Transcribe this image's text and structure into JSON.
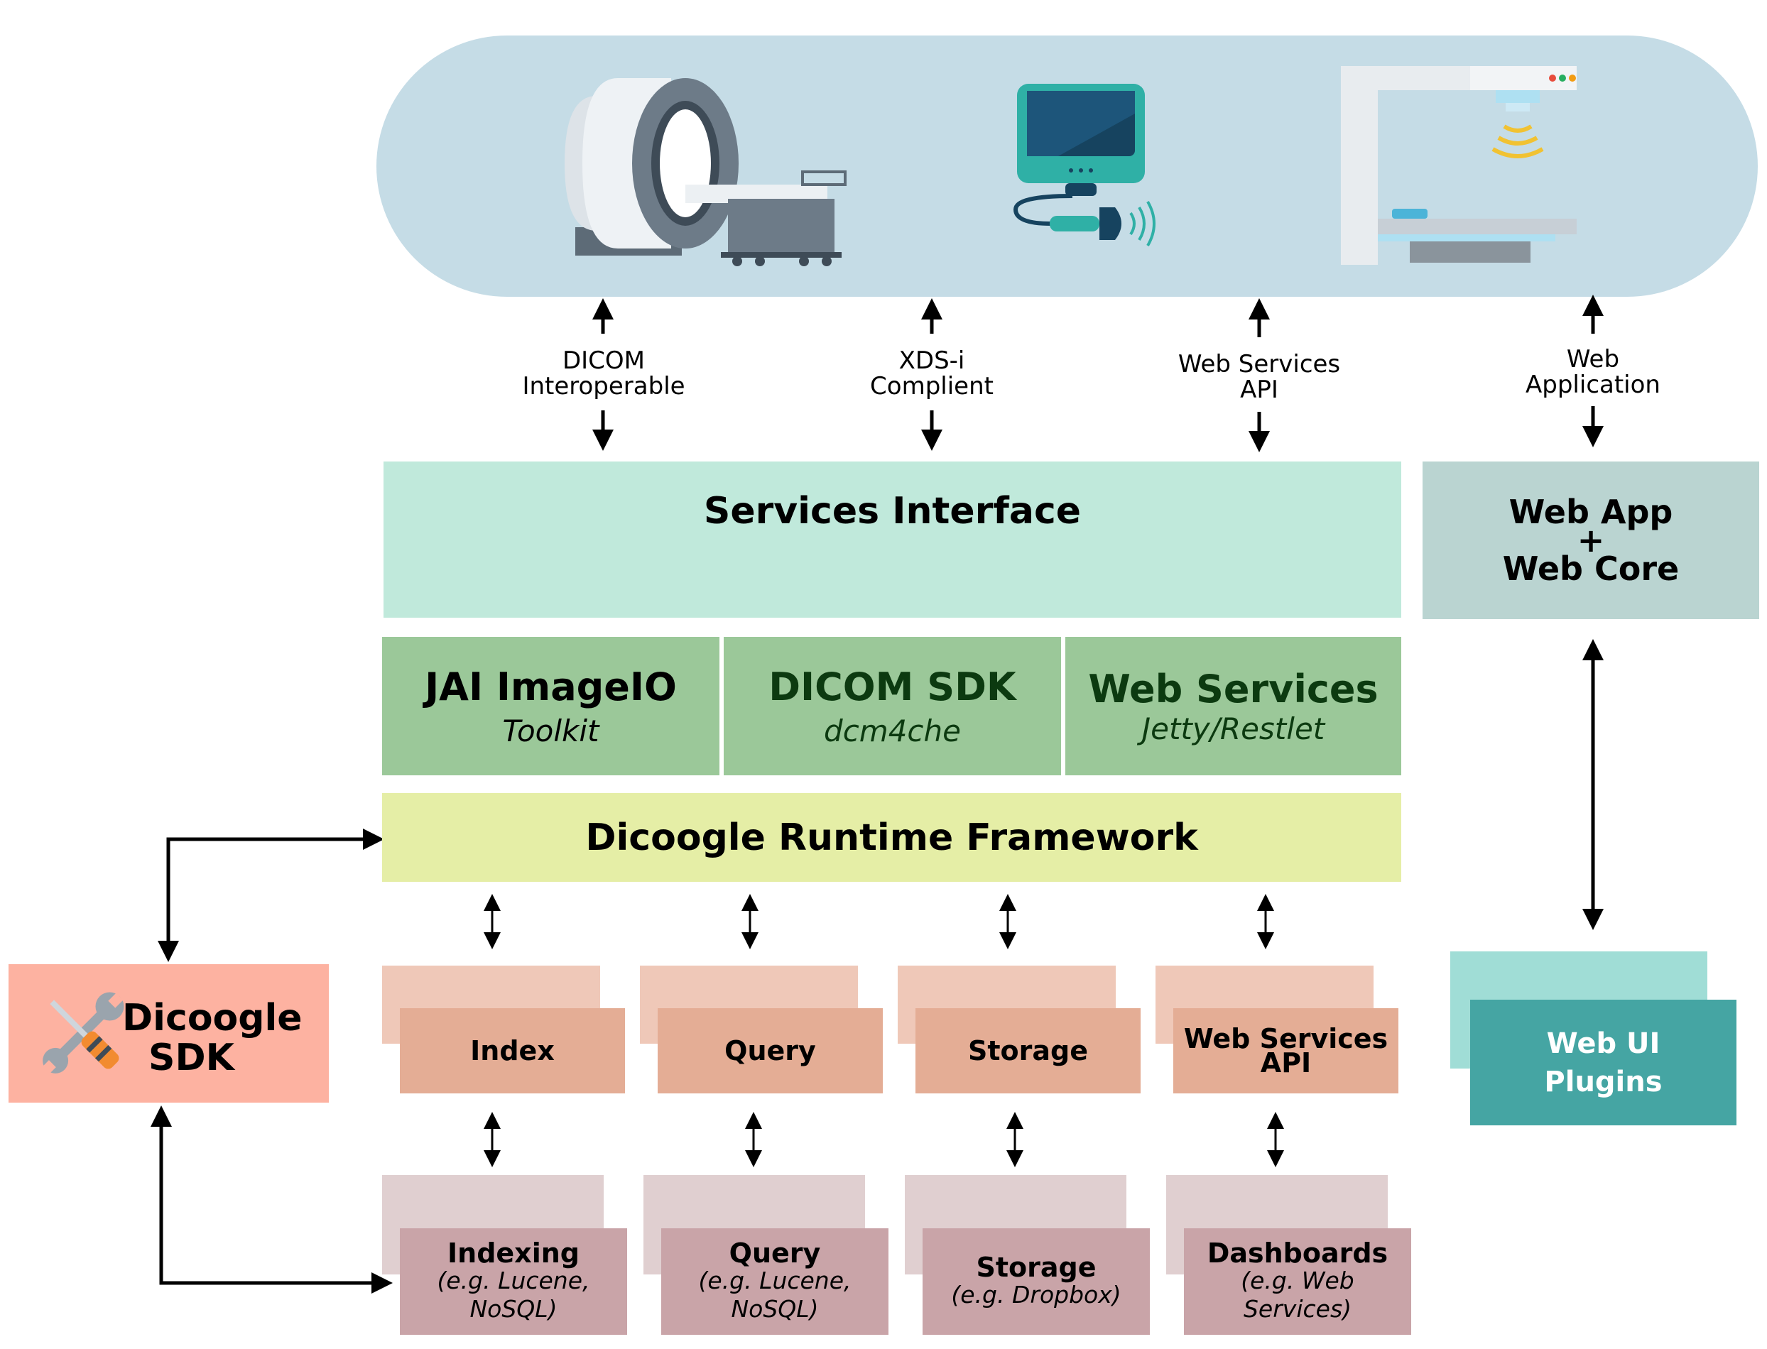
{
  "links": {
    "dicom": [
      "DICOM",
      "Interoperable"
    ],
    "xds": [
      "XDS-i",
      "Complient"
    ],
    "webservices": [
      "Web Services",
      "API"
    ],
    "webapp": [
      "Web",
      "Application"
    ]
  },
  "services_interface": "Services Interface",
  "web_core": {
    "line1": "Web App",
    "plus": "+",
    "line2": "Web Core"
  },
  "libraries": [
    {
      "title": "JAI ImageIO",
      "subtitle": "Toolkit"
    },
    {
      "title": "DICOM SDK",
      "subtitle": "dcm4che"
    },
    {
      "title": "Web Services",
      "subtitle": "Jetty/Restlet"
    }
  ],
  "runtime": "Dicoogle Runtime Framework",
  "sdk": {
    "line1": "Dicoogle",
    "line2": "SDK"
  },
  "plugin_types": [
    {
      "label": "Index"
    },
    {
      "label": "Query"
    },
    {
      "label": "Storage"
    },
    {
      "label": "Web Services",
      "label2": "API"
    }
  ],
  "plugins": [
    {
      "title": "Indexing",
      "sub1": "(e.g. Lucene,",
      "sub2": "NoSQL)"
    },
    {
      "title": "Query",
      "sub1": "(e.g. Lucene,",
      "sub2": "NoSQL)"
    },
    {
      "title": "Storage",
      "sub1": "(e.g. Dropbox)"
    },
    {
      "title": "Dashboards",
      "sub1": "(e.g. Web Services)"
    }
  ],
  "web_ui": {
    "line1": "Web UI",
    "line2": "Plugins"
  },
  "colors": {
    "sky": "#c5dce6",
    "services": "#c0e9db",
    "webcore": "#bad4d1",
    "library": "#9bc899",
    "library_text": "#0c3a10",
    "runtime": "#e5eea6",
    "sdk": "#fdb2a1",
    "plugin_back": "#efc8b8",
    "plugin_front": "#e4ad95",
    "plugin2_back": "#e0cfd0",
    "plugin2_front": "#c9a4a8",
    "webui_back": "#a0ddd6",
    "webui_front": "#45a5a3"
  }
}
